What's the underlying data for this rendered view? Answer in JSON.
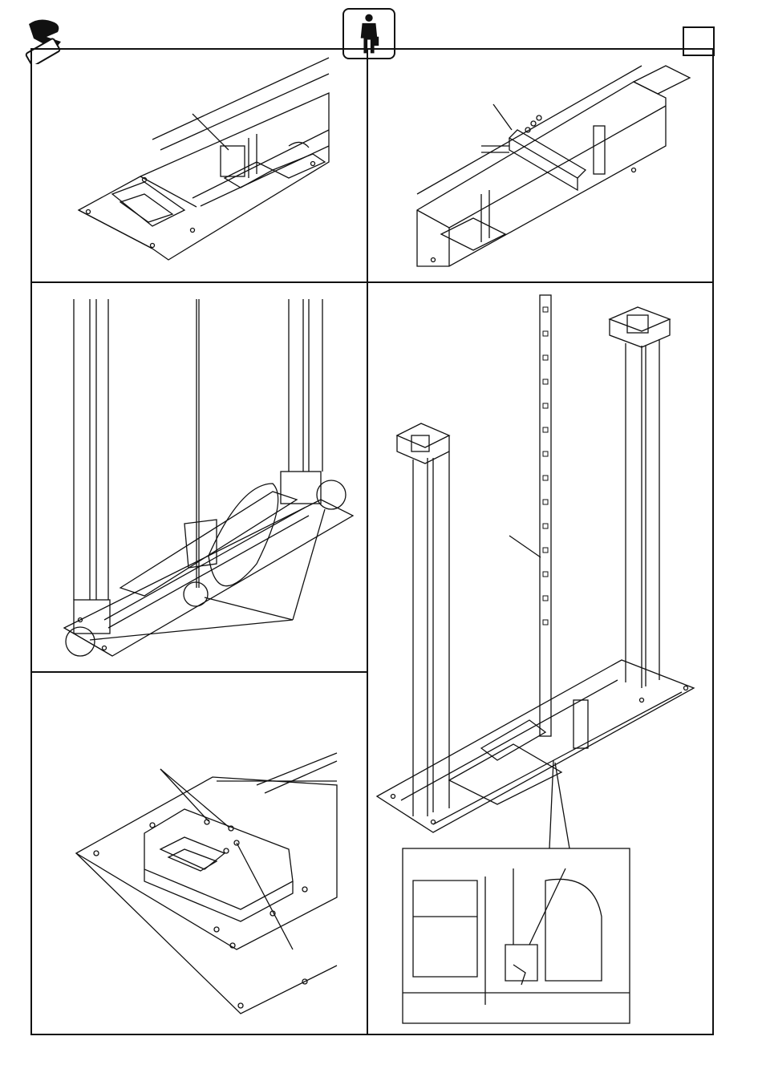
{
  "header": {
    "logo_icon": "rav-logo-icon",
    "operator_icon": "single-operator-icon",
    "page_marker": ""
  },
  "panels": [
    {
      "id": "a",
      "content": "base-frame-detail"
    },
    {
      "id": "b",
      "content": "crossbar-bolts-detail"
    },
    {
      "id": "c",
      "content": "column-assembly"
    },
    {
      "id": "d",
      "content": "columns-and-ladder"
    },
    {
      "id": "e",
      "content": "carriage-plate-detail"
    }
  ],
  "colors": {
    "line": "#111111",
    "paper": "#ffffff"
  }
}
